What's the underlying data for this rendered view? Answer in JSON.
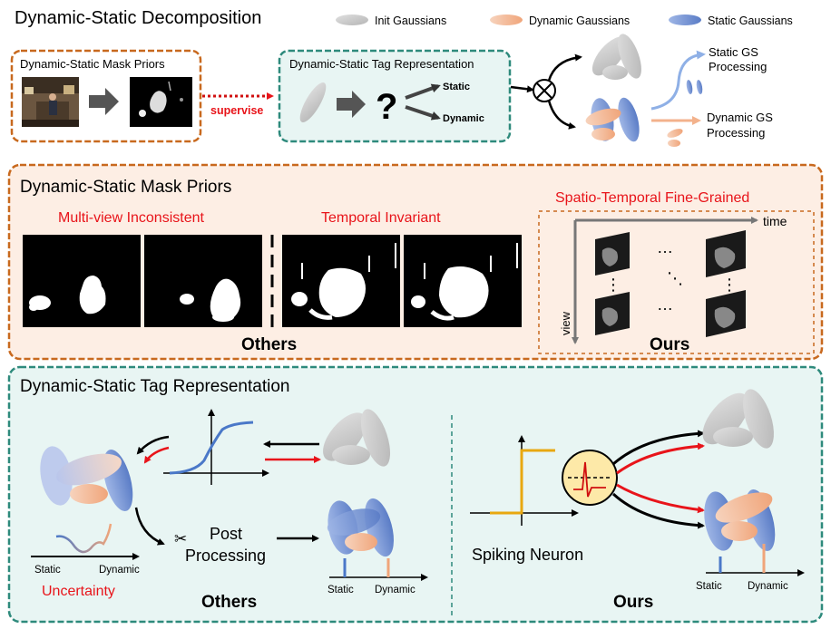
{
  "header": {
    "title": "Dynamic-Static Decomposition",
    "legend": [
      {
        "label": "Init Gaussians",
        "color": "#c8c8c8"
      },
      {
        "label": "Dynamic Gaussians",
        "color": "#f2b48a"
      },
      {
        "label": "Static Gaussians",
        "color": "#7f9ad6"
      }
    ]
  },
  "top_row": {
    "mask_priors_title": "Dynamic-Static Mask Priors",
    "supervise_label": "supervise",
    "tag_title": "Dynamic-Static Tag Representation",
    "tag_static": "Static",
    "tag_dynamic": "Dynamic",
    "question_mark": "?",
    "static_processing": [
      "Static GS",
      "Processing"
    ],
    "dynamic_processing": [
      "Dynamic GS",
      "Processing"
    ]
  },
  "mask_panel": {
    "title": "Dynamic-Static Mask Priors",
    "multi_view_label": "Multi-view Inconsistent",
    "temporal_label": "Temporal Invariant",
    "others_label": "Others",
    "spatio_label": "Spatio-Temporal Fine-Grained",
    "time_label": "time",
    "view_label": "view",
    "ours_label": "Ours",
    "dots": "…"
  },
  "tag_panel": {
    "title": "Dynamic-Static Tag Representation",
    "post_processing": [
      "Post",
      "Processing"
    ],
    "static_axis": "Static",
    "dynamic_axis": "Dynamic",
    "uncertainty_label": "Uncertainty",
    "others_label": "Others",
    "spiking_label": "Spiking Neuron",
    "ours_label": "Ours",
    "static_bar_label": "Static",
    "dynamic_bar_label": "Dynamic",
    "static_bar2_label": "Static",
    "dynamic_bar2_label": "Dynamic"
  },
  "colors": {
    "orange_border": "#c8691e",
    "teal_border": "#2e8a7c",
    "mask_bg": "#fdeee4",
    "teal_bg": "#e8f5f3",
    "red": "#e8141a",
    "static_blue": "#7f9ad6",
    "dynamic_orange": "#f2b48a",
    "init_gray": "#c8c8c8",
    "curve_blue": "#4a78c8",
    "step_yellow": "#e8a810"
  }
}
